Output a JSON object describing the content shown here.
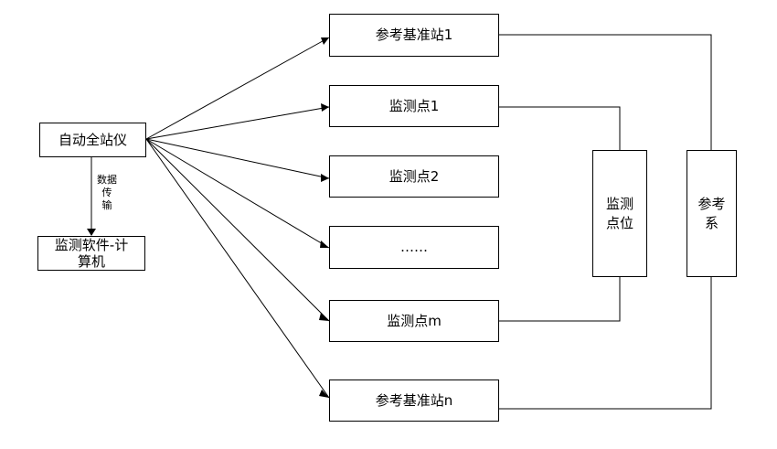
{
  "total_station": "自动全站仪",
  "software": [
    "监测软件-计",
    "算机"
  ],
  "transfer": [
    "数据",
    "传",
    "输"
  ],
  "ref_station_1": "参考基准站1",
  "monitor_1": "监测点1",
  "monitor_2": "监测点2",
  "ellipsis": "……",
  "monitor_m": "监测点m",
  "ref_station_n": "参考基准站n",
  "monitor_points": [
    "监测",
    "点位"
  ],
  "reference_system": [
    "参考",
    "系"
  ]
}
